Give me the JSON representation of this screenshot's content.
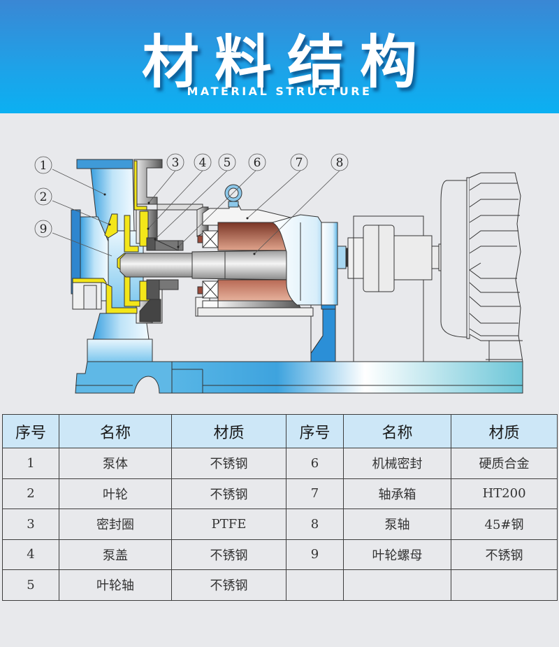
{
  "header": {
    "title": "材料结构",
    "subtitle": "MATERIAL STRUCTURE",
    "gradient_top": "#3a87d4",
    "gradient_bottom": "#0bb0f2"
  },
  "diagram": {
    "description": "Cross-section of a horizontal centrifugal pump with motor",
    "callouts": [
      {
        "number": "1",
        "part": "泵体"
      },
      {
        "number": "2",
        "part": "叶轮"
      },
      {
        "number": "3",
        "part": "密封圈"
      },
      {
        "number": "4",
        "part": "泵盖"
      },
      {
        "number": "5",
        "part": "叶轮轴"
      },
      {
        "number": "6",
        "part": "机械密封"
      },
      {
        "number": "7",
        "part": "轴承箱"
      },
      {
        "number": "8",
        "part": "泵轴"
      },
      {
        "number": "9",
        "part": "叶轮螺母"
      }
    ],
    "colors": {
      "casing_blue": "#5fb8e8",
      "liner_yellow": "#f3e61a",
      "bearing_brown": "#b0604a",
      "steel_gray": "#c8c8c8",
      "background": "#e8e9ec"
    }
  },
  "table": {
    "headers": [
      "序号",
      "名称",
      "材质",
      "序号",
      "名称",
      "材质"
    ],
    "rows": [
      {
        "left": {
          "no": "1",
          "name": "泵体",
          "material": "不锈钢"
        },
        "right": {
          "no": "6",
          "name": "机械密封",
          "material": "硬质合金"
        }
      },
      {
        "left": {
          "no": "2",
          "name": "叶轮",
          "material": "不锈钢"
        },
        "right": {
          "no": "7",
          "name": "轴承箱",
          "material": "HT200"
        }
      },
      {
        "left": {
          "no": "3",
          "name": "密封圈",
          "material": "PTFE"
        },
        "right": {
          "no": "8",
          "name": "泵轴",
          "material": "45#钢"
        }
      },
      {
        "left": {
          "no": "4",
          "name": "泵盖",
          "material": "不锈钢"
        },
        "right": {
          "no": "9",
          "name": "叶轮螺母",
          "material": "不锈钢"
        }
      },
      {
        "left": {
          "no": "5",
          "name": "叶轮轴",
          "material": "不锈钢"
        },
        "right": {
          "no": "",
          "name": "",
          "material": ""
        }
      }
    ]
  }
}
